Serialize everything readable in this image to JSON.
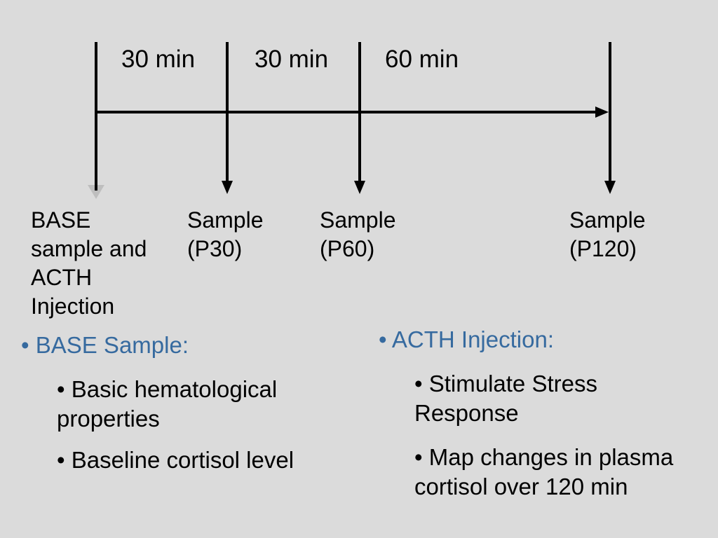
{
  "colors": {
    "background": "#dbdbdb",
    "text": "#000000",
    "accent_blue": "#366a9f"
  },
  "timeline": {
    "intervals": [
      "30 min",
      "30 min",
      "60 min"
    ],
    "events": [
      "BASE\nsample and\nACTH\nInjection",
      "Sample\n(P30)",
      "Sample\n(P60)",
      "Sample\n(P120)"
    ]
  },
  "bullets": {
    "left": {
      "heading": "• BASE Sample:",
      "items": [
        "• Basic hematological\nproperties",
        "• Baseline cortisol level"
      ]
    },
    "right": {
      "heading": "• ACTH Injection:",
      "items": [
        "• Stimulate Stress\nResponse",
        "• Map changes in plasma\ncortisol over 120 min"
      ]
    }
  }
}
